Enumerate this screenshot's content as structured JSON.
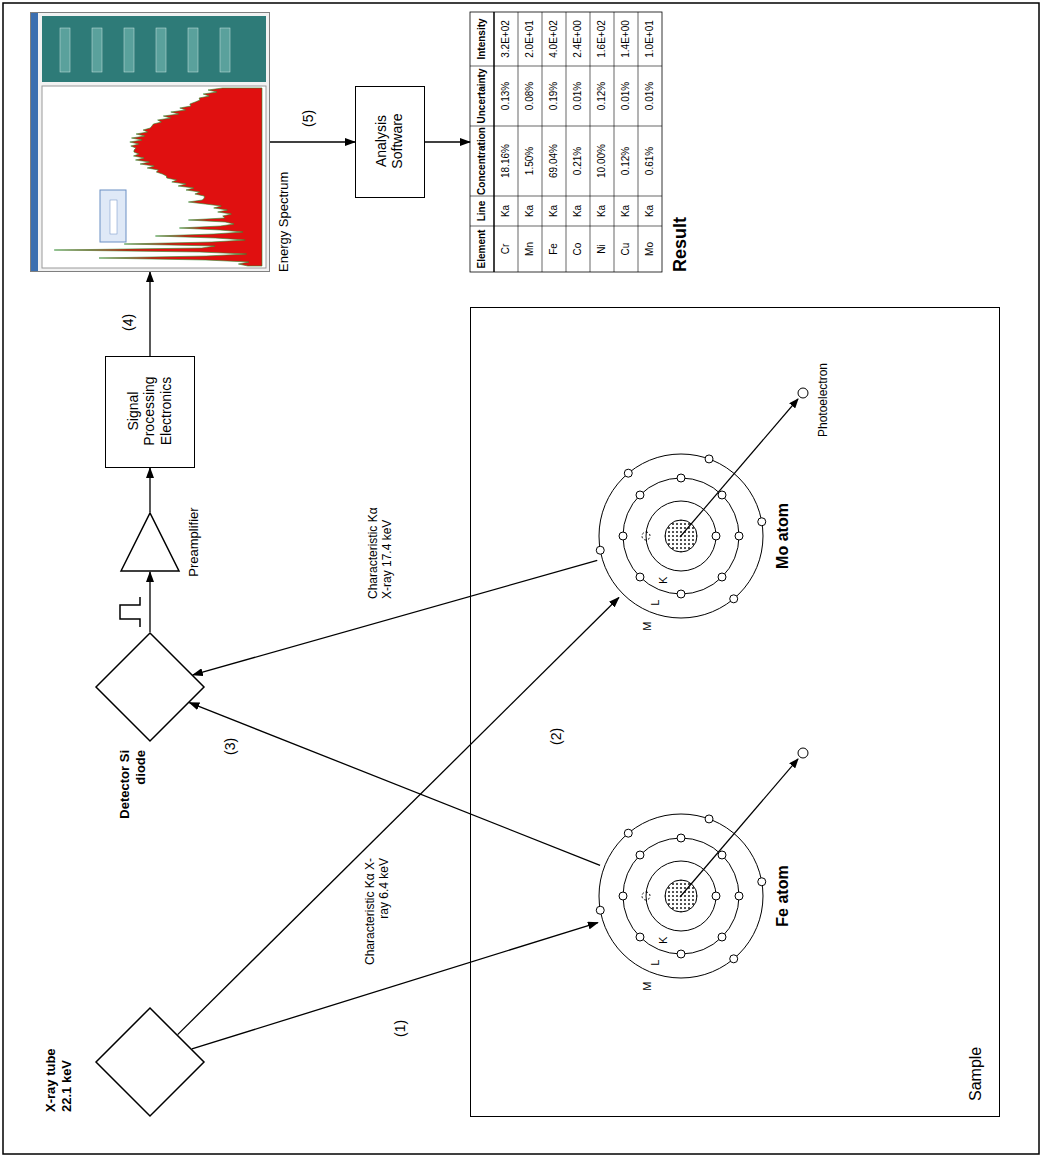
{
  "diagram": {
    "nodes": [
      {
        "text": [
          "X-ray tube 22.1 keV"
        ]
      },
      {
        "text": [
          "Sample"
        ]
      },
      {
        "text": [
          "Fe atom"
        ],
        "in": 1
      },
      {
        "text": [
          "Mo atom"
        ],
        "in": 1
      },
      {
        "text": [
          "Detector Si diode"
        ]
      },
      {
        "text": [
          "Preamplifier"
        ]
      },
      {
        "text": [
          "Signal Processing Electronics"
        ]
      },
      {
        "text": [
          "Energy Spectrum"
        ]
      },
      {
        "text": [
          "Analysis Software"
        ]
      },
      {
        "text": [
          "Result"
        ]
      }
    ],
    "edges": [
      {
        "from": 0,
        "to": 2,
        "arrow": "to"
      },
      {
        "from": 0,
        "to": 3,
        "arrow": "to"
      },
      {
        "from": 2,
        "to": 4,
        "label": "Characteristic Kα X-ray 6.4 keV",
        "arrow": "to"
      },
      {
        "from": 3,
        "to": 4,
        "label": "Characteristic Kα X-ray 17.4 keV",
        "arrow": "to"
      },
      {
        "from": 4,
        "to": 5,
        "arrow": "to"
      },
      {
        "from": 5,
        "to": 6,
        "arrow": "to"
      },
      {
        "from": 6,
        "to": 7,
        "arrow": "to"
      },
      {
        "from": 7,
        "to": 8,
        "arrow": "to"
      },
      {
        "from": 8,
        "to": 9,
        "arrow": "to"
      }
    ],
    "labels": [
      "(1)",
      "(2)",
      "(3)",
      "(4)",
      "(5)",
      "K",
      "L",
      "M",
      "K",
      "L",
      "M",
      "Photoelectron",
      "Element",
      "Line",
      "Concentration",
      "Uncertainty",
      "Intensity",
      "Cr",
      "Ka",
      "18.16%",
      "0.13%",
      "3.2E+02",
      "Mn",
      "Ka",
      "1.50%",
      "0.08%",
      "2.0E+01",
      "Fe",
      "Ka",
      "69.04%",
      "0.19%",
      "4.0E+02",
      "Co",
      "Ka",
      "0.21%",
      "0.01%",
      "2.4E+00",
      "Ni",
      "Ka",
      "10.00%",
      "0.12%",
      "1.6E+02",
      "Cu",
      "Ka",
      "0.12%",
      "0.01%",
      "1.4E+00",
      "Mo",
      "Ka",
      "0.61%",
      "0.01%",
      "1.0E+01"
    ]
  }
}
